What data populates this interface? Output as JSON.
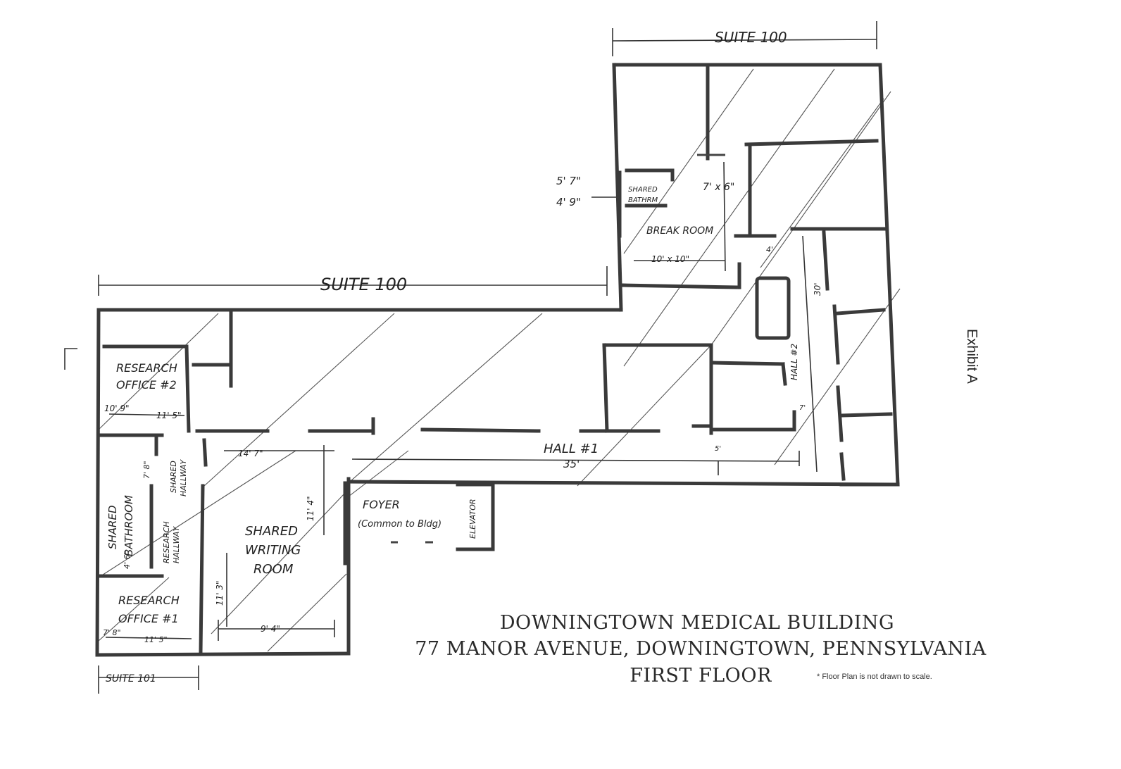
{
  "labels": {
    "suite_top": "SUITE 100",
    "suite_left": "SUITE 100",
    "suite_bottom": "SUITE 101",
    "research_office_2": [
      "RESEARCH",
      "OFFICE #2"
    ],
    "research_office_1": [
      "RESEARCH",
      "OFFICE #1"
    ],
    "shared_bathroom": [
      "SHARED",
      "BATHROOM"
    ],
    "shared_hallway": [
      "SHARED",
      "HALLWAY"
    ],
    "research_hallway": [
      "RESEARCH",
      "HALLWAY"
    ],
    "shared_writing_room": [
      "SHARED",
      "WRITING",
      "ROOM"
    ],
    "foyer": [
      "FOYER",
      "(Common to Bldg)"
    ],
    "elevator": "ELEVATOR",
    "break_room": "BREAK ROOM",
    "shared_bathroom_small": [
      "SHARED",
      "BATHRM"
    ],
    "hall_1": "HALL #1",
    "hall_2": "HALL #2"
  },
  "dimensions": {
    "d_5_7": "5' 7\"",
    "d_4_9": "4' 9\"",
    "d_7_6": "7' x 6\"",
    "d_10_10": "10' x 10\"",
    "d_4": "4'",
    "d_30": "30'",
    "d_10_9": "10' 9\"",
    "d_11_5a": "11' 5\"",
    "d_7_8": "7' 8\"",
    "d_4_6": "4' 6\"",
    "d_7_8b": "7' 8\"",
    "d_11_5b": "11' 5\"",
    "d_14_7": "14' 7\"",
    "d_11_4": "11' 4\"",
    "d_11_3": "11' 3\"",
    "d_9_4": "9' 4\"",
    "d_35": "35'",
    "d_5": "5'",
    "d_7": "7'"
  },
  "title": {
    "line1": "DOWNINGTOWN MEDICAL BUILDING",
    "line2": "77 MANOR AVENUE, DOWNINGTOWN, PENNSYLVANIA",
    "line3": "FIRST FLOOR"
  },
  "note": "* Floor Plan is not drawn to scale.",
  "exhibit": "Exhibit A",
  "colors": {
    "ink": "#3a3a3a",
    "paper": "#ffffff"
  }
}
